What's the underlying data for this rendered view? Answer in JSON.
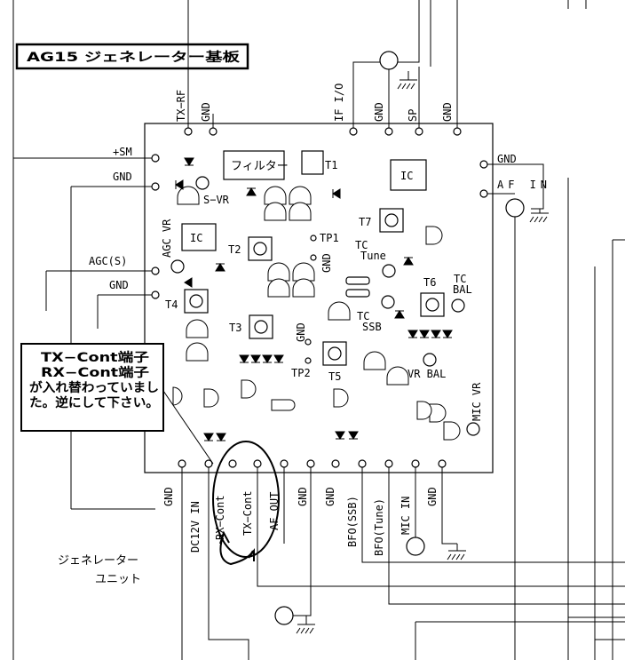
{
  "title": "AG15 ジェネレーター基板",
  "unit_label_line1": "ジェネレーター",
  "unit_label_line2": "ユニット",
  "note_lines": [
    "TX−Cont端子",
    "RX−Cont端子",
    "が入れ替わっていまし",
    "た。逆にして下さい。"
  ],
  "board_components": {
    "filter": "フィルター",
    "T1": "T1",
    "T2": "T2",
    "T3": "T3",
    "T4": "T4",
    "T5": "T5",
    "T6": "T6",
    "T7": "T7",
    "IC1": "IC",
    "IC2": "IC",
    "TP1": "TP1",
    "TP2": "TP2",
    "S_VR": "S−VR",
    "AGC_VR": "AGC VR",
    "TC_Tune_1": "TC",
    "TC_Tune_2": "Tune",
    "TC_SSB_1": "TC",
    "TC_SSB_2": "SSB",
    "TC_BAL_1": "TC",
    "TC_BAL_2": "BAL",
    "VR_BAL": "VR BAL",
    "MIC_VR": "MIC VR",
    "GND_TP1": "GND",
    "GND_TP2": "GND"
  },
  "top_pins": [
    "TX−RF",
    "GND",
    "IF I/O",
    "GND",
    "SP",
    "GND"
  ],
  "left_pins": [
    "+SM",
    "GND",
    "AGC(S)",
    "GND"
  ],
  "right_pins": [
    "GND",
    "AF IN"
  ],
  "bottom_pins": [
    "GND",
    "DC12V IN",
    "RX−Cont",
    "TX−Cont",
    "AF OUT",
    "GND",
    "GND",
    "BFO(SSB)",
    "BFO(Tune)",
    "MIC IN",
    "GND"
  ]
}
